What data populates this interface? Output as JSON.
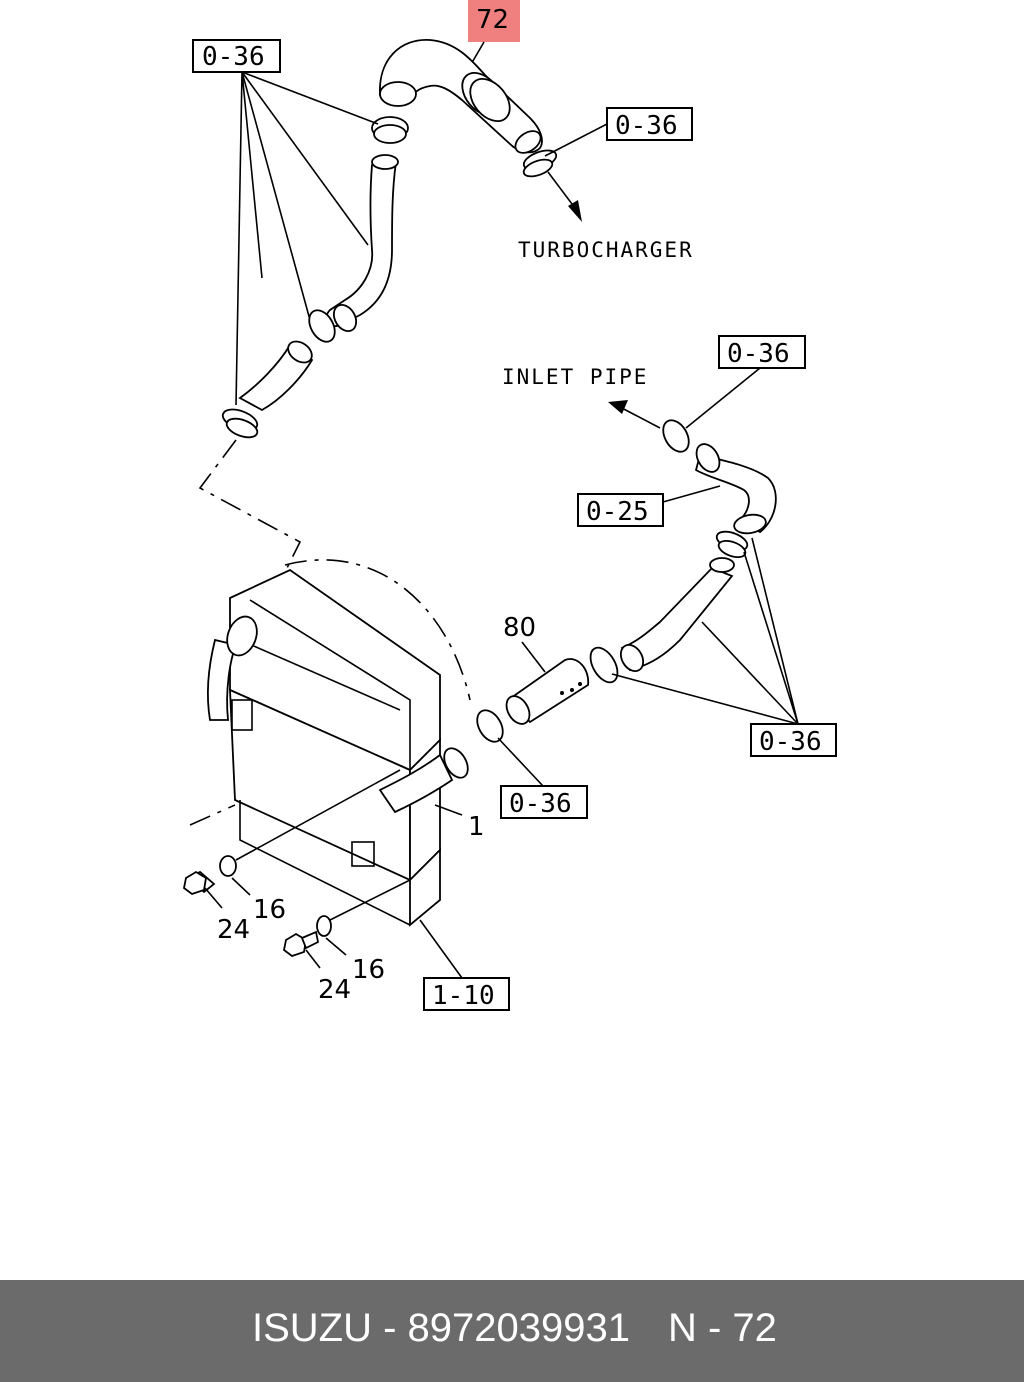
{
  "diagram": {
    "highlight_color": "#f08080",
    "callouts": {
      "c72": "72",
      "c036_a": "0-36",
      "c036_b": "0-36",
      "c036_c": "0-36",
      "c036_d": "0-36",
      "c036_e": "0-36",
      "c025": "0-25",
      "c110": "1-10"
    },
    "notes": {
      "turbo": "TURBOCHARGER",
      "inlet": "INLET PIPE"
    },
    "part_numbers": {
      "p80": "80",
      "p1": "1",
      "p16a": "16",
      "p16b": "16",
      "p24a": "24",
      "p24b": "24"
    }
  },
  "footer": {
    "brand_part": "ISUZU - 8972039931",
    "page_ref": "N - 72",
    "background": "#6b6b6b"
  }
}
